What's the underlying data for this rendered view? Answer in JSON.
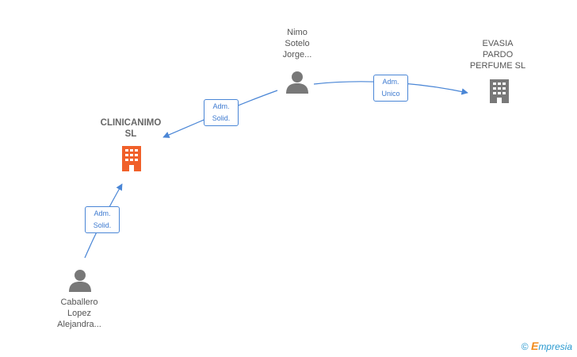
{
  "nodes": {
    "nimo": {
      "lines": [
        "Nimo",
        "Sotelo",
        "Jorge..."
      ],
      "type": "person"
    },
    "evasia": {
      "lines": [
        "EVASIA",
        "PARDO",
        "PERFUME  SL"
      ],
      "type": "company"
    },
    "clinicanimo": {
      "lines": [
        "CLINICANIMO",
        "SL"
      ],
      "type": "company-main"
    },
    "caballero": {
      "lines": [
        "Caballero",
        "Lopez",
        "Alejandra..."
      ],
      "type": "person"
    }
  },
  "edges": {
    "nimo_evasia": {
      "lines": [
        "Adm.",
        "Unico"
      ]
    },
    "nimo_clinicanimo": {
      "lines": [
        "Adm.",
        "Solid."
      ]
    },
    "caballero_clinicanimo": {
      "lines": [
        "Adm.",
        "Solid."
      ]
    }
  },
  "colors": {
    "edge": "#4a86d6",
    "person": "#787878",
    "company": "#787878",
    "main_company": "#f0602a"
  },
  "footer": {
    "copyright": "©",
    "brand_first": "E",
    "brand_rest": "mpresia"
  }
}
